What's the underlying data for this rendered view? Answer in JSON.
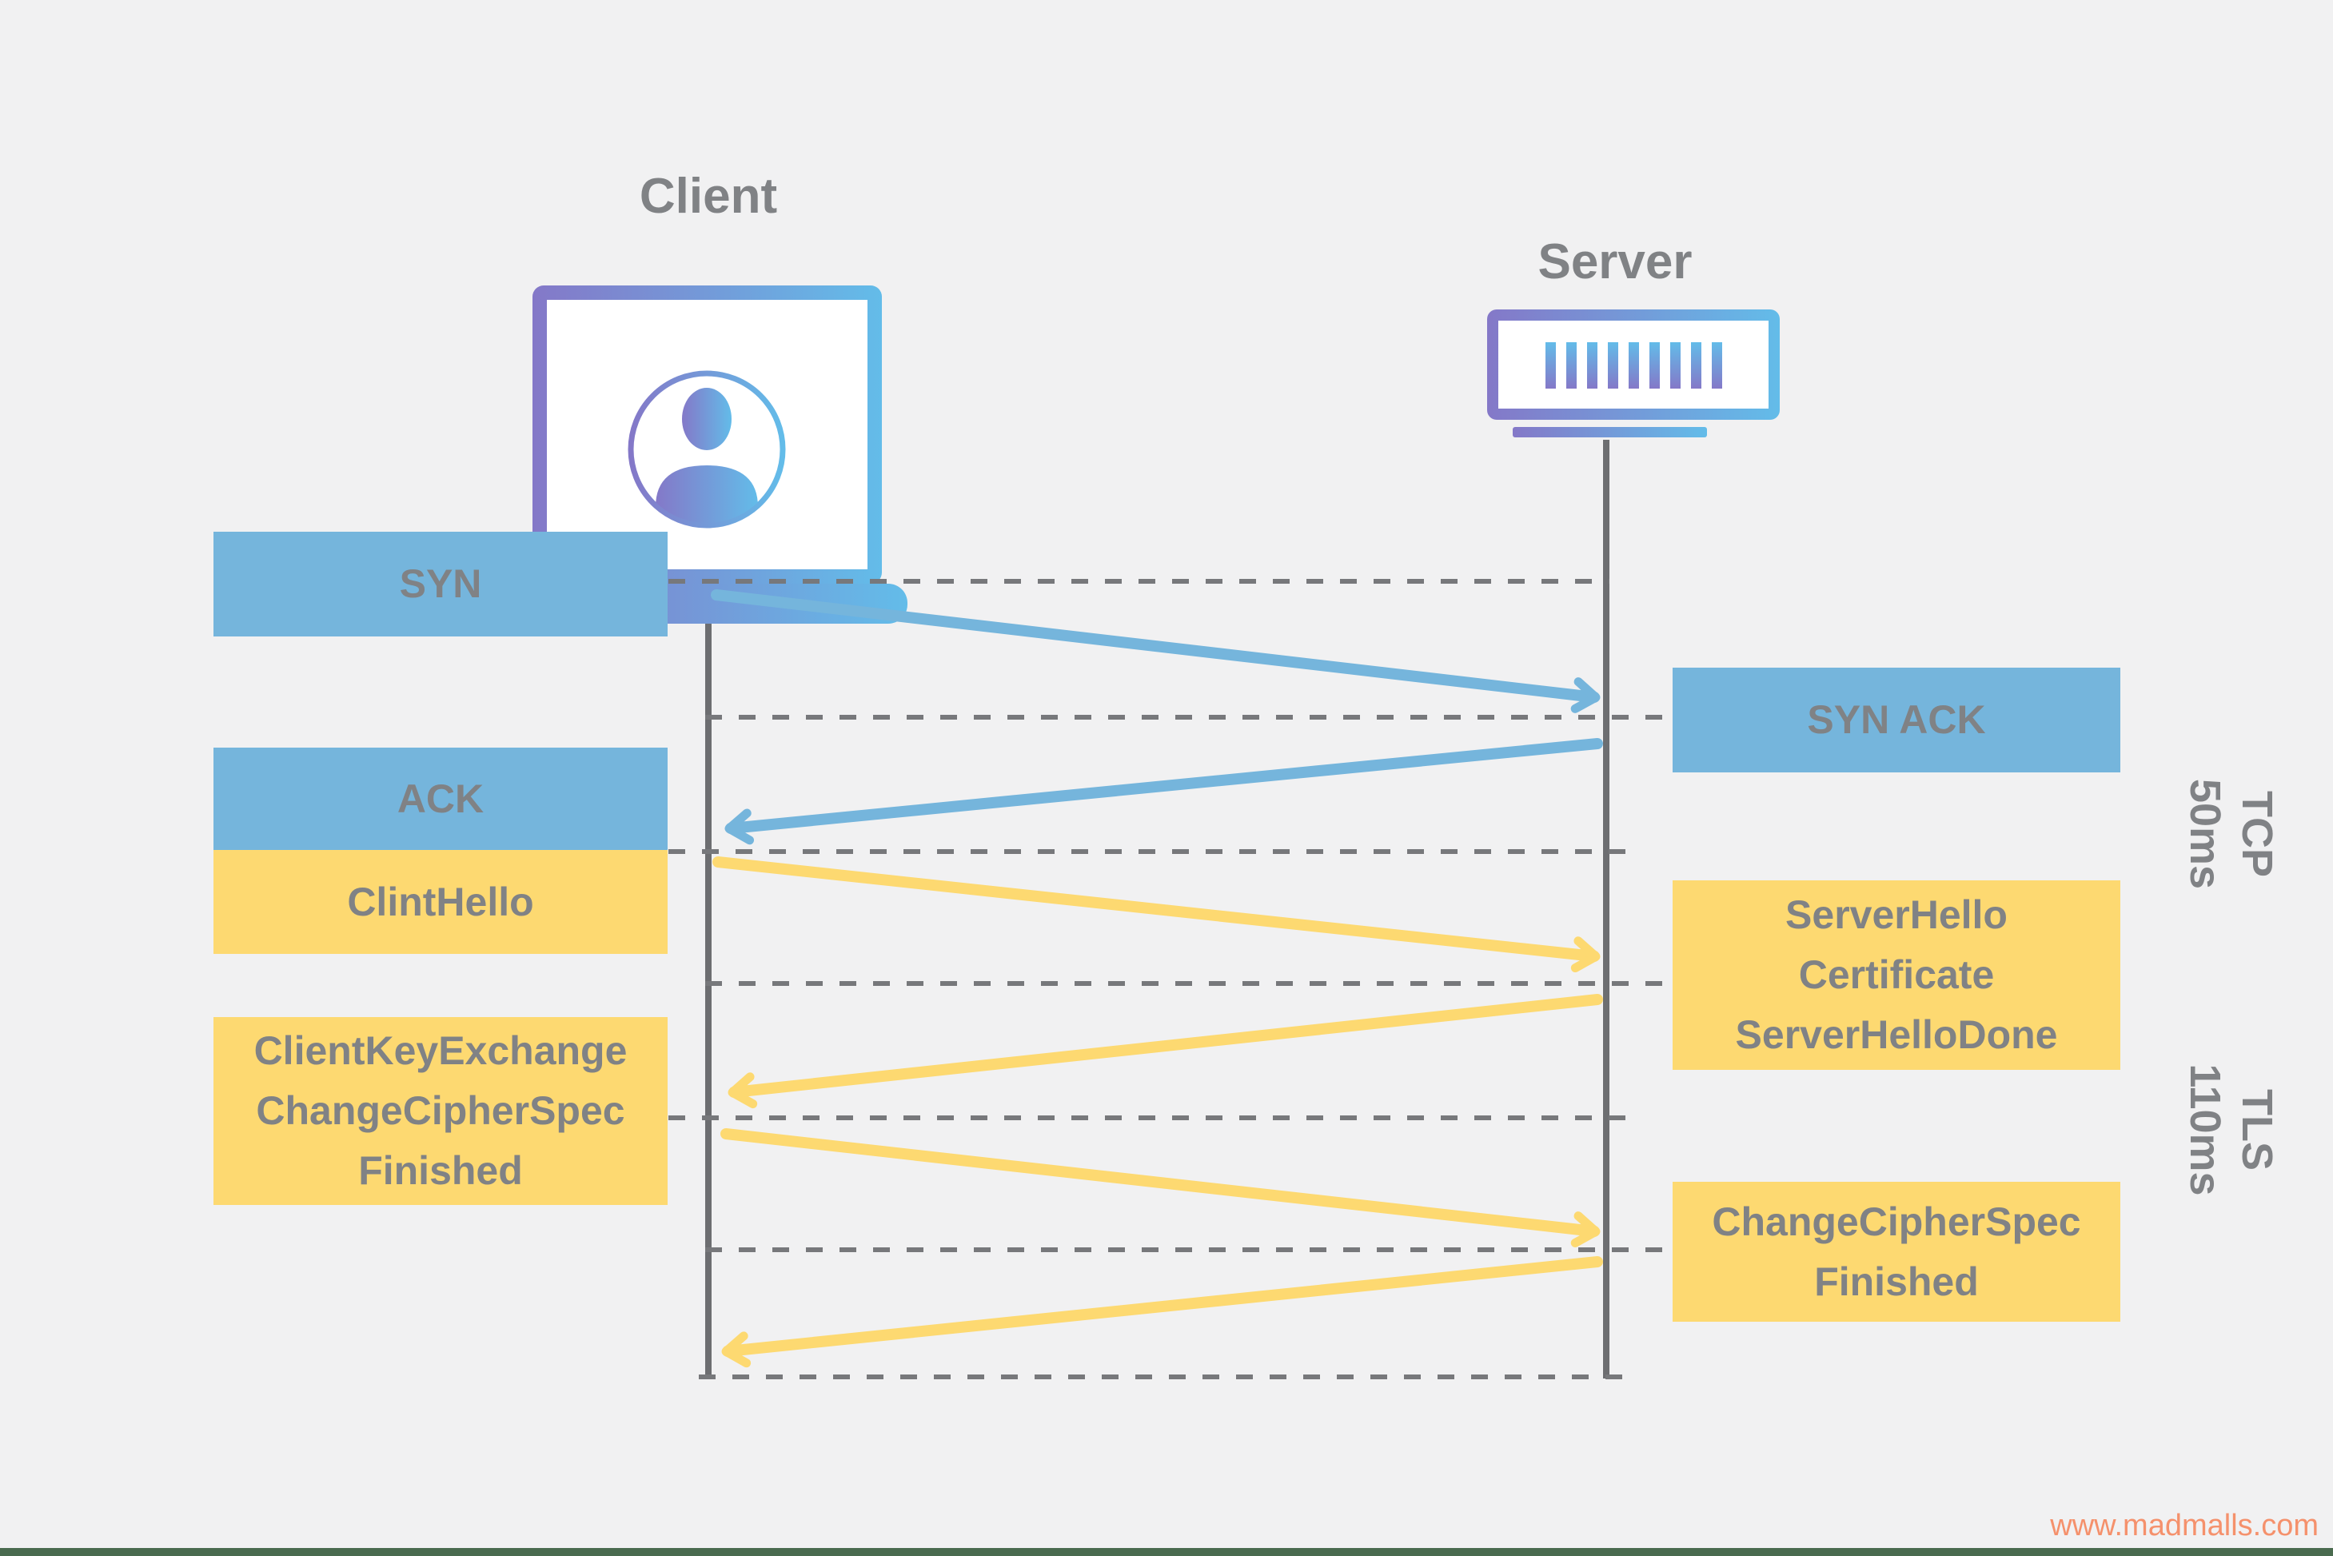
{
  "diagram": {
    "title_client": "Client",
    "title_server": "Server",
    "watermark": "www.madmalls.com",
    "phases": {
      "tcp": "TCP\n50ms",
      "tls": "TLS\n110ms"
    },
    "messages_left": {
      "syn": "SYN",
      "ack": "ACK",
      "clint_hello": "ClintHello",
      "client_key_exchange": "ClientKeyExchange\nChangeCipherSpec\nFinished"
    },
    "messages_right": {
      "syn_ack": "SYN ACK",
      "server_hello": "ServerHello\nCertificate\nServerHelloDone",
      "change_cipher_spec": "ChangeCipherSpec\nFinished"
    },
    "icons": {
      "client": "laptop-user-icon",
      "server": "server-icon"
    },
    "colors": {
      "background": "#F1F1F2",
      "tcp_box_blue": "#75B5DC",
      "tls_box_yellow": "#FDD971",
      "box_text_gray": "#808285",
      "lifeline_gray": "#6D6E71",
      "dash_gray": "#77787B",
      "gradient_purple": "#8478C8",
      "gradient_blue": "#63BCE9",
      "watermark_salmon": "#F5916C",
      "footer_bar_green": "#4A6B4F"
    }
  }
}
